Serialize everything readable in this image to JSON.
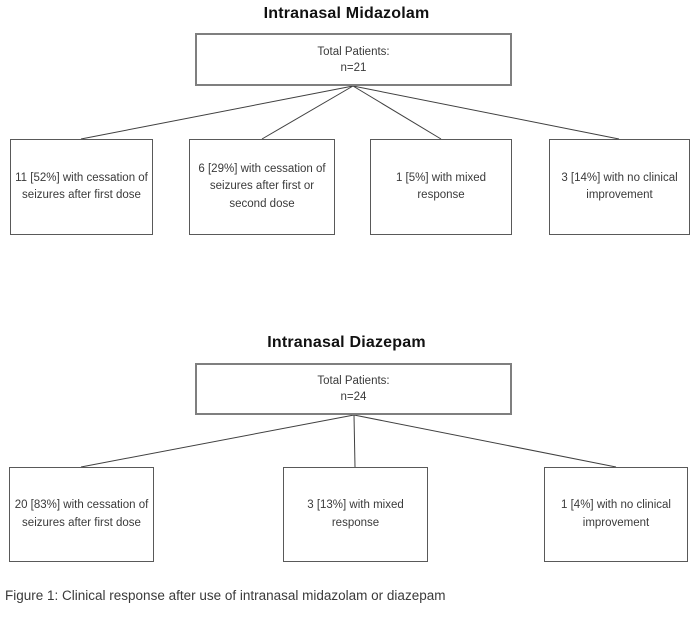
{
  "figure": {
    "caption": "Figure 1: Clinical response after use of intranasal midazolam or diazepam",
    "colors": {
      "box_border": "#595959",
      "total_border": "#7f7f7f",
      "line": "#404040",
      "text": "#3a3a3a",
      "title": "#111111"
    },
    "charts": [
      {
        "title": "Intranasal Midazolam",
        "total_box": {
          "line1": "Total Patients:",
          "line2": "n=21"
        },
        "total_n": 21,
        "outcomes": [
          "11 [52%] with cessation of seizures after first dose",
          "6 [29%] with cessation of seizures after first or second dose",
          "1 [5%] with mixed response",
          "3 [14%] with no clinical improvement"
        ],
        "outcome_counts": [
          11,
          6,
          1,
          3
        ],
        "outcome_percents": [
          "52%",
          "29%",
          "5%",
          "14%"
        ]
      },
      {
        "title": "Intranasal Diazepam",
        "total_box": {
          "line1": "Total Patients:",
          "line2": "n=24"
        },
        "total_n": 24,
        "outcomes": [
          "20 [83%] with cessation of seizures after first dose",
          "3 [13%] with mixed response",
          "1 [4%] with no clinical improvement"
        ],
        "outcome_counts": [
          20,
          3,
          1
        ],
        "outcome_percents": [
          "83%",
          "13%",
          "4%"
        ]
      }
    ]
  }
}
